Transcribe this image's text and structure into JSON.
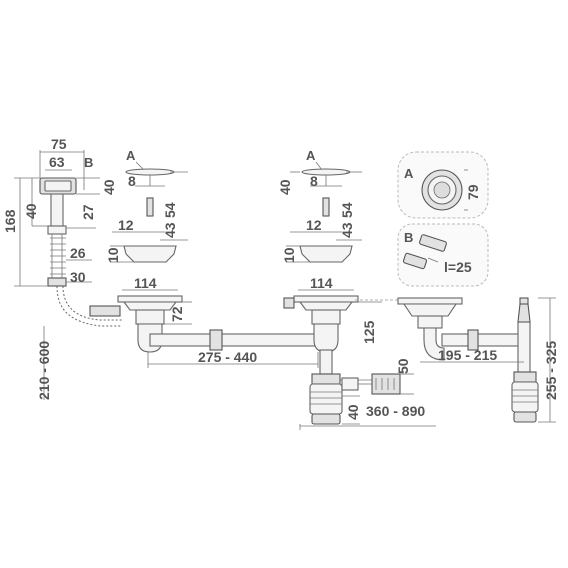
{
  "overflow": {
    "dims": {
      "w75": "75",
      "w63": "63",
      "h40a": "40",
      "h27": "27",
      "h168": "168",
      "h40b": "40",
      "d26": "26",
      "d30": "30",
      "len": "210 - 600"
    },
    "label_b": "B"
  },
  "strainer_left": {
    "label_a": "A",
    "dims": {
      "d8": "8",
      "h54": "54",
      "d12": "12",
      "h43": "43",
      "h10": "10",
      "d114": "114",
      "h72": "72"
    }
  },
  "strainer_right": {
    "label_a": "A",
    "dims": {
      "h40": "40",
      "d8": "8",
      "h54": "54",
      "d12": "12",
      "h43": "43",
      "h10": "10",
      "d114": "114",
      "h125": "125"
    }
  },
  "pipe": {
    "span": "275 - 440"
  },
  "trap": {
    "h50": "50",
    "h40": "40",
    "span": "360 - 890"
  },
  "alt": {
    "span": "195 - 215",
    "height": "255 - 325"
  },
  "detail_a": {
    "label": "A",
    "dim": "79"
  },
  "detail_b": {
    "label": "B",
    "dim": "l=25"
  }
}
